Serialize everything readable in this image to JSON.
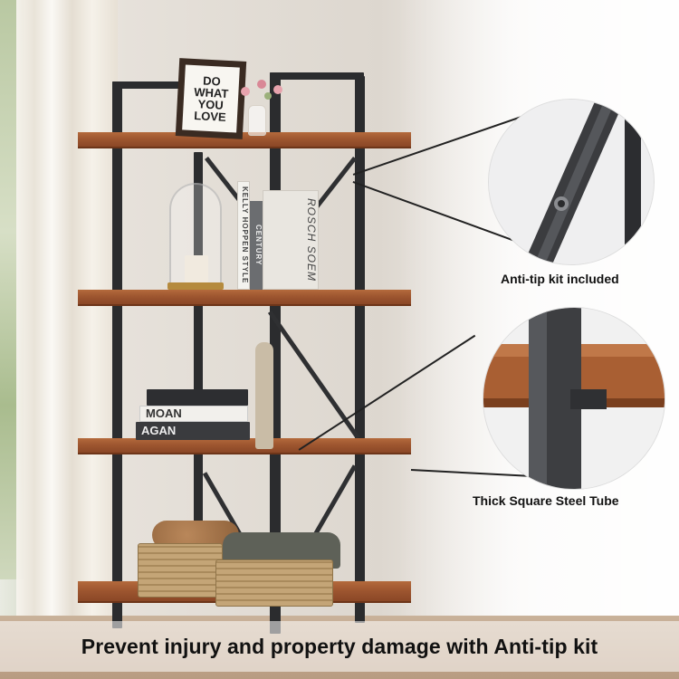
{
  "frame_sign": {
    "line1": "DO",
    "line2": "WHAT",
    "line3": "YOU",
    "line4": "LOVE"
  },
  "books": {
    "spine_a": "KELLY HOPPEN STYLE",
    "spine_b": "CENTURY",
    "spine_c": "ROSCH SOEM",
    "stack_a": "MOAN",
    "stack_b": "AGAN"
  },
  "callouts": [
    {
      "label": "Anti-tip kit included"
    },
    {
      "label": "Thick Square Steel Tube"
    }
  ],
  "banner": {
    "text": "Prevent injury and property damage with Anti-tip kit"
  },
  "colors": {
    "wood": "#9e5630",
    "steel": "#2b2c2e",
    "text": "#111111"
  }
}
